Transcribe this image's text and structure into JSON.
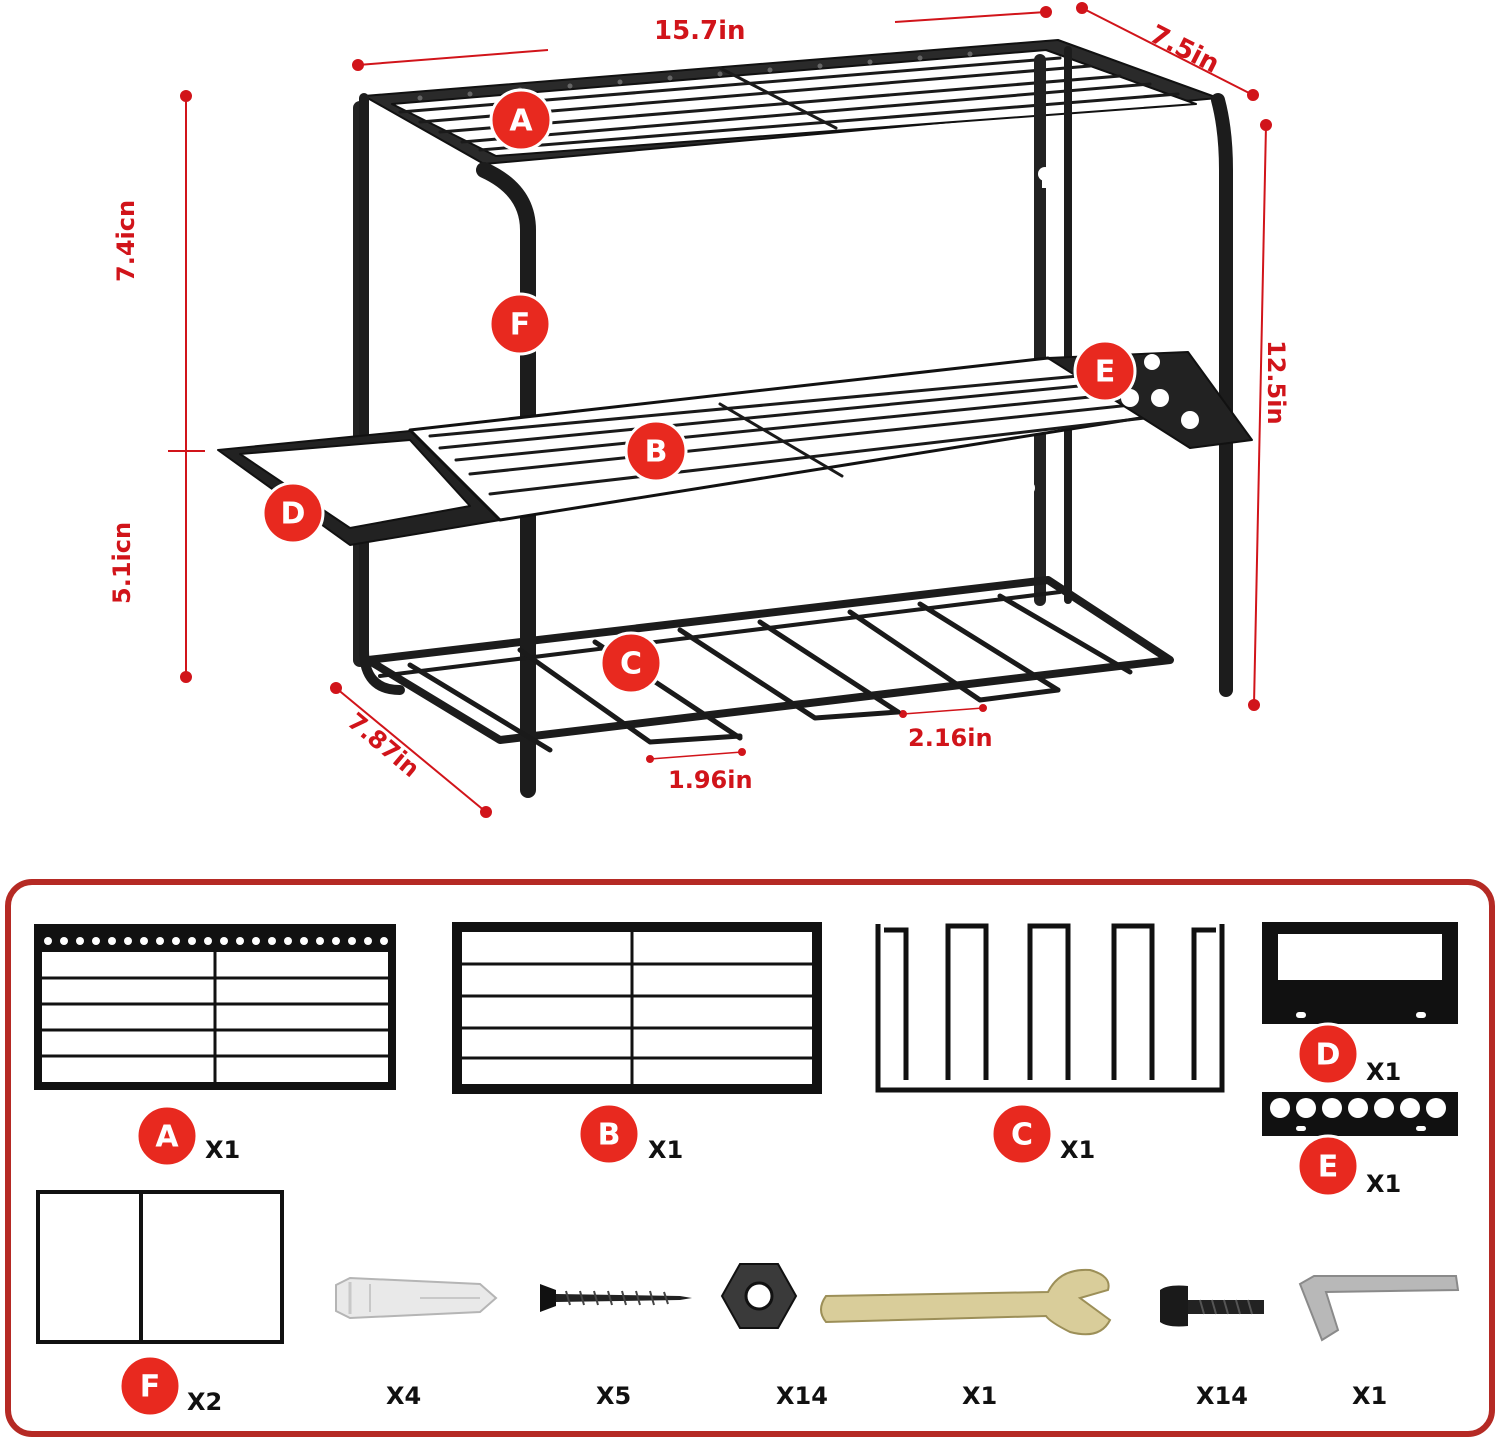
{
  "dimensions": {
    "width": "15.7in",
    "depth_top": "7.5in",
    "upper_height": "7.4icn",
    "lower_height": "5.1icn",
    "total_height": "12.5in",
    "bottom_depth": "7.87in",
    "slot_width": "1.96in",
    "slot_gap": "2.16in"
  },
  "callouts": {
    "A": "A",
    "B": "B",
    "C": "C",
    "D": "D",
    "E": "E",
    "F": "F"
  },
  "parts": [
    {
      "label": "A",
      "qty": "X1"
    },
    {
      "label": "B",
      "qty": "X1"
    },
    {
      "label": "C",
      "qty": "X1"
    },
    {
      "label": "D",
      "qty": "X1"
    },
    {
      "label": "E",
      "qty": "X1"
    },
    {
      "label": "F",
      "qty": "X2"
    }
  ],
  "hardware": [
    {
      "icon": "wall-anchor-icon",
      "qty": "X4"
    },
    {
      "icon": "screw-icon",
      "qty": "X5"
    },
    {
      "icon": "hex-nut-icon",
      "qty": "X14"
    },
    {
      "icon": "wrench-icon",
      "qty": "X1"
    },
    {
      "icon": "bolt-icon",
      "qty": "X14"
    },
    {
      "icon": "allen-key-icon",
      "qty": "X1"
    }
  ],
  "colors": {
    "accent": "#d1141a",
    "badge": "#e8291f",
    "metal": "#1a1a1a",
    "frame": "#b52a24"
  }
}
